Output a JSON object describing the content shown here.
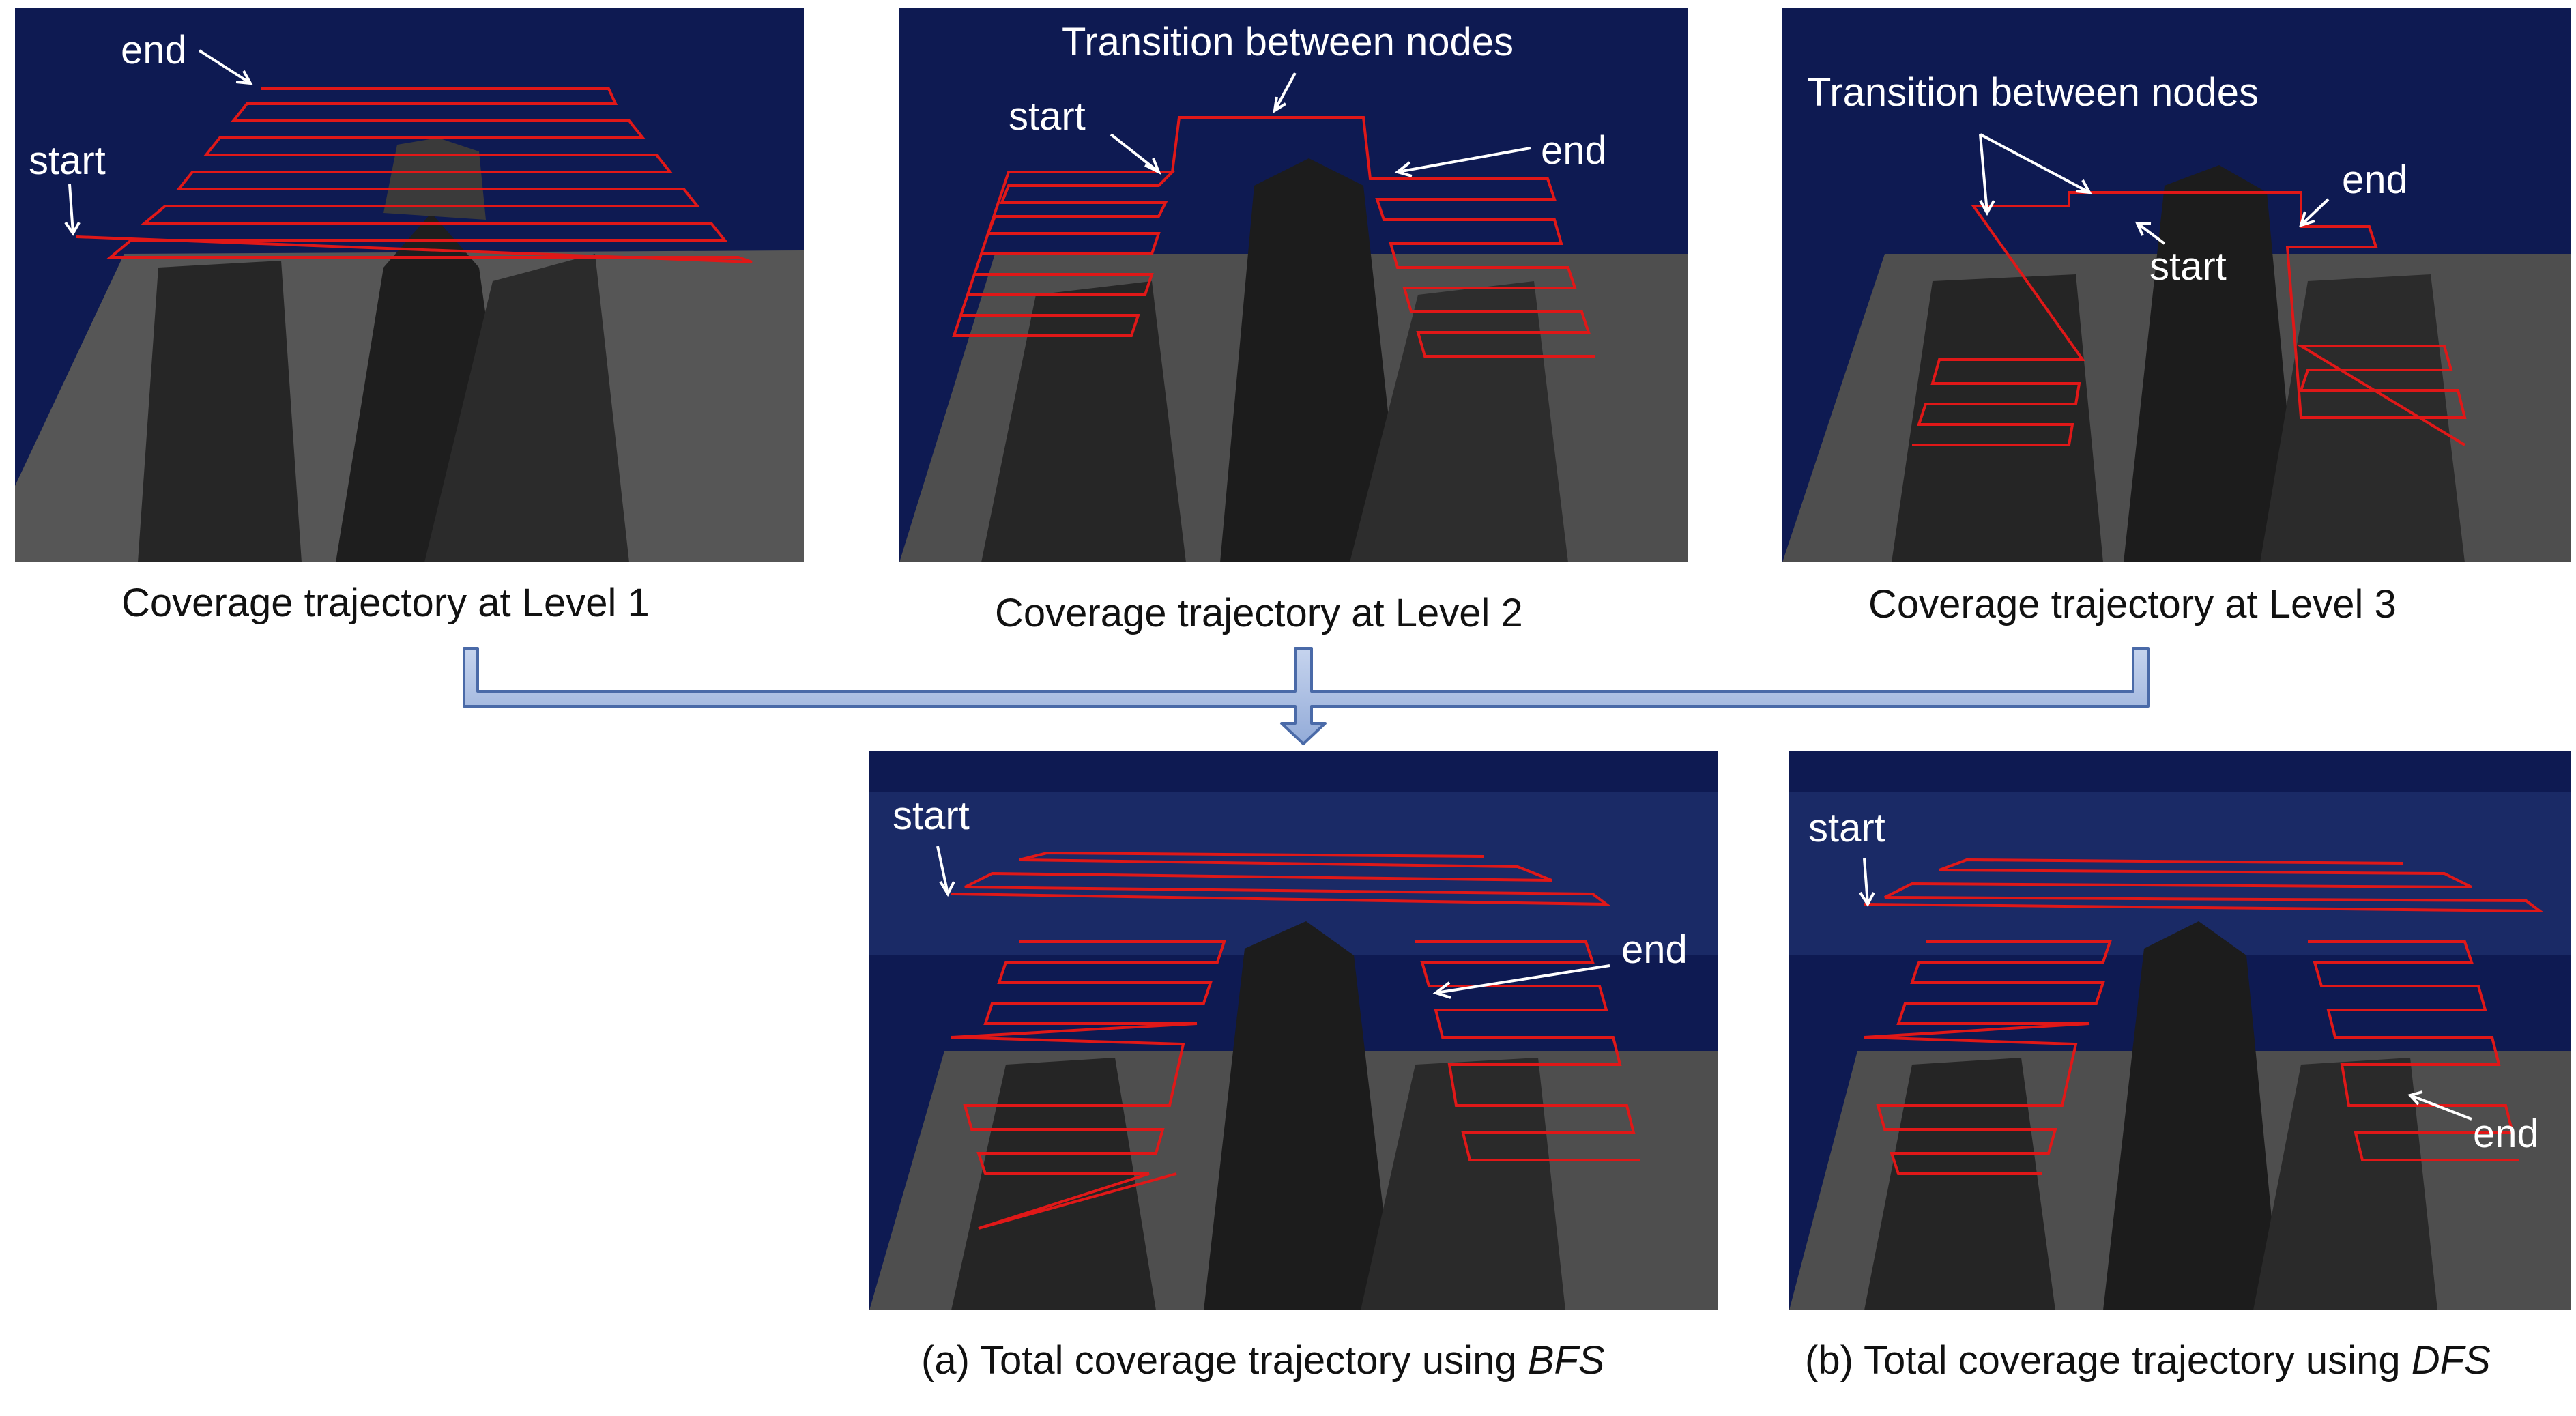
{
  "colors": {
    "sky": "#0e1a52",
    "terrain": "#565656",
    "terrain_dark": "#1e1e1e",
    "trajectory": "#e01818",
    "connector_fill": "#a9bde0",
    "connector_stroke": "#4a6aa8",
    "label": "#ffffff"
  },
  "panels": [
    {
      "id": "level1",
      "caption": "Coverage trajectory at Level 1",
      "labels": [
        "end",
        "start"
      ]
    },
    {
      "id": "level2",
      "caption": "Coverage trajectory at Level 2",
      "labels": [
        "Transition between nodes",
        "start",
        "end"
      ]
    },
    {
      "id": "level3",
      "caption": "Coverage trajectory at Level 3",
      "labels": [
        "Transition between nodes",
        "end",
        "start"
      ]
    },
    {
      "id": "bfs",
      "caption_prefix": "(a) Total coverage trajectory using ",
      "caption_emph": "BFS",
      "labels": [
        "start",
        "end"
      ]
    },
    {
      "id": "dfs",
      "caption_prefix": "(b) Total coverage trajectory using ",
      "caption_emph": "DFS",
      "labels": [
        "start",
        "end"
      ]
    }
  ]
}
